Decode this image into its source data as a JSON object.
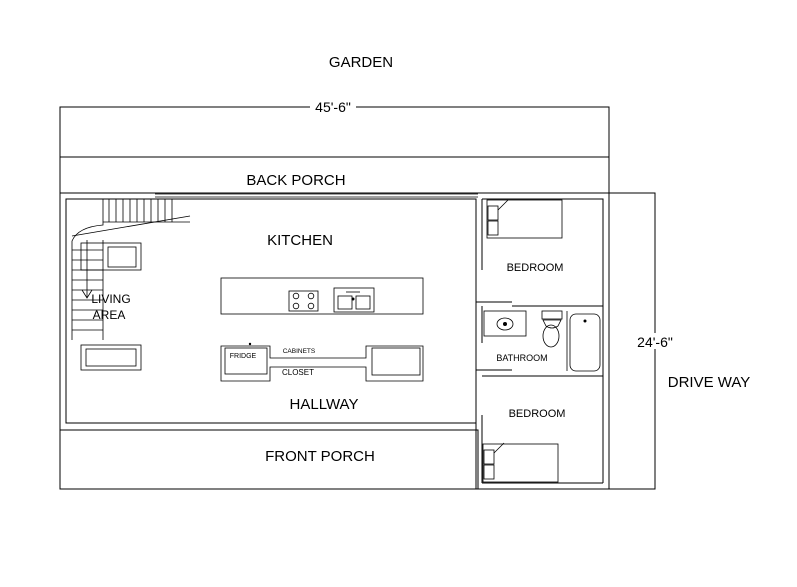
{
  "labels": {
    "garden": "GARDEN",
    "width_dimension": "45'-6\"",
    "back_porch": "BACK PORCH",
    "kitchen": "KITCHEN",
    "living_area_line1": "LIVING",
    "living_area_line2": "AREA",
    "fridge": "FRIDGE",
    "cabinets": "CABINETS",
    "closet": "CLOSET",
    "hallway": "HALLWAY",
    "front_porch": "FRONT PORCH",
    "bedroom_top": "BEDROOM",
    "bathroom": "BATHROOM",
    "bedroom_bottom": "BEDROOM",
    "depth_dimension": "24'-6\"",
    "drive_way": "DRIVE WAY"
  }
}
